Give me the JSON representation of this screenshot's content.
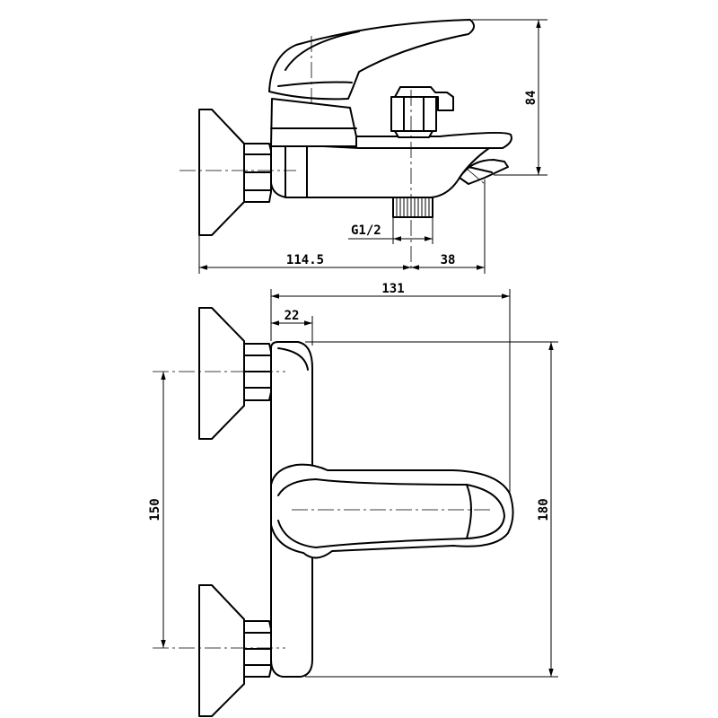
{
  "dimensions": {
    "side_height": "84",
    "thread_size": "G1/2",
    "wall_to_outlet": "114.5",
    "outlet_to_spout": "38",
    "overall_depth": "131",
    "body_offset": "22",
    "inlet_spacing": "150",
    "overall_width": "180"
  }
}
